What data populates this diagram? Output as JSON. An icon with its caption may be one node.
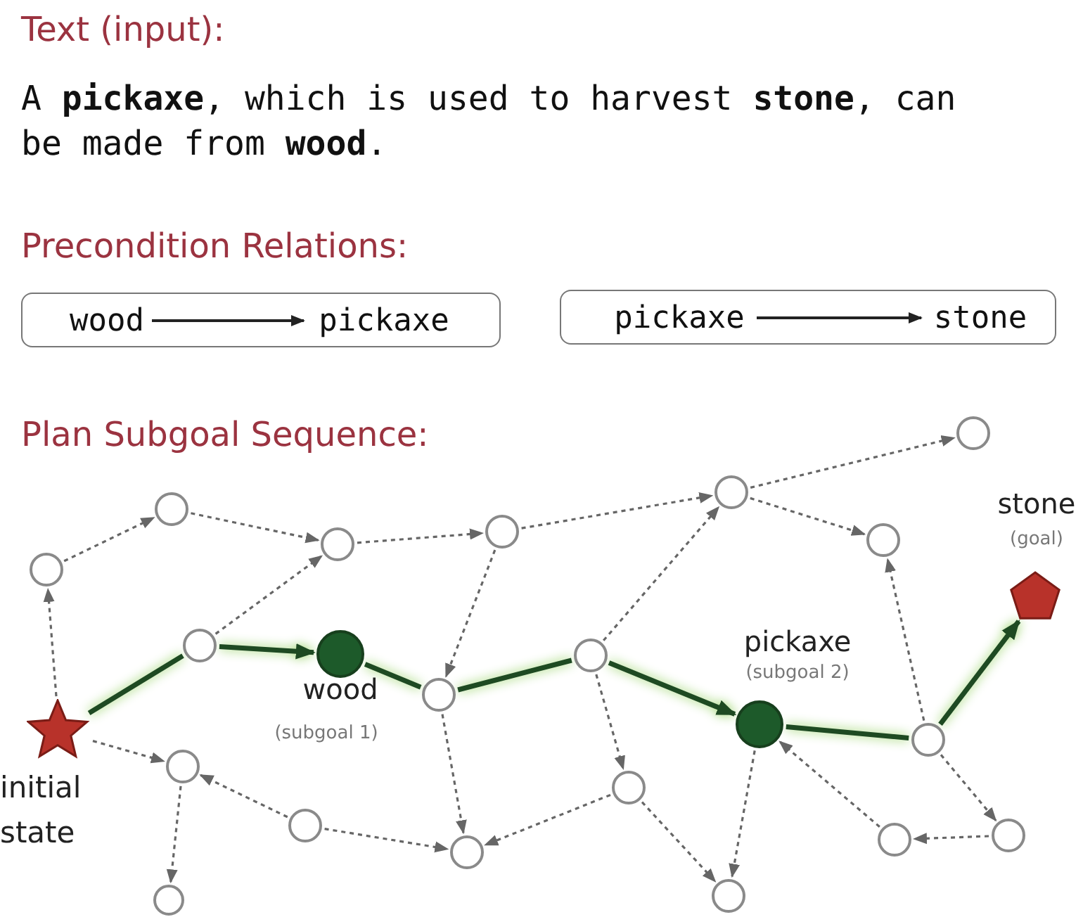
{
  "diagram": {
    "nodes": [
      {
        "text": [],
        "shape": "box"
      },
      {
        "text": [
          "wood"
        ],
        "in": 0
      },
      {
        "text": [
          "pickaxe"
        ],
        "in": 0
      },
      {
        "text": [],
        "shape": "box"
      },
      {
        "text": [
          "pickaxe"
        ],
        "in": 3
      },
      {
        "text": [
          "stone"
        ],
        "in": 3
      },
      {
        "text": [],
        "shape": "circle"
      },
      {
        "text": [],
        "shape": "circle"
      },
      {
        "text": [],
        "shape": "circle"
      },
      {
        "text": [],
        "shape": "circle"
      },
      {
        "text": [],
        "shape": "circle"
      },
      {
        "text": [],
        "shape": "circle"
      },
      {
        "text": [],
        "shape": "circle"
      },
      {
        "text": [],
        "shape": "pentagon",
        "beside": [
          "stone",
          "(goal)"
        ]
      },
      {
        "text": [],
        "shape": "circle"
      },
      {
        "text": [],
        "shape": "circle",
        "beside": [
          "wood",
          "(subgoal 1)"
        ]
      },
      {
        "text": [],
        "shape": "circle"
      },
      {
        "text": [],
        "shape": "circle"
      },
      {
        "text": [],
        "shape": "circle",
        "beside": [
          "pickaxe",
          "(subgoal 2)"
        ]
      },
      {
        "text": [],
        "shape": "star",
        "beside": [
          "initial state"
        ]
      },
      {
        "text": [],
        "shape": "circle"
      },
      {
        "text": [],
        "shape": "circle"
      },
      {
        "text": [],
        "shape": "circle"
      },
      {
        "text": [],
        "shape": "circle"
      },
      {
        "text": [],
        "shape": "circle"
      },
      {
        "text": [],
        "shape": "circle"
      },
      {
        "text": [],
        "shape": "circle"
      },
      {
        "text": [],
        "shape": "circle"
      },
      {
        "text": [],
        "shape": "circle"
      }
    ],
    "edges": [
      {
        "from": 1,
        "to": 2,
        "arrow": "to",
        "color": "#222222"
      },
      {
        "from": 4,
        "to": 5,
        "arrow": "to",
        "color": "#222222"
      },
      {
        "from": 19,
        "to": 14,
        "arrow": "none",
        "style": "thick",
        "color": "#1e4a22"
      },
      {
        "from": 14,
        "to": 15,
        "arrow": "to",
        "style": "thick",
        "color": "#1e4a22"
      },
      {
        "from": 15,
        "to": 17,
        "arrow": "none",
        "style": "thick",
        "color": "#1e4a22"
      },
      {
        "from": 17,
        "to": 16,
        "arrow": "none",
        "style": "thick",
        "color": "#1e4a22"
      },
      {
        "from": 16,
        "to": 18,
        "arrow": "to",
        "style": "thick",
        "color": "#1e4a22"
      },
      {
        "from": 18,
        "to": 20,
        "arrow": "none",
        "style": "thick",
        "color": "#1e4a22"
      },
      {
        "from": 20,
        "to": 13,
        "arrow": "to",
        "style": "thick",
        "color": "#1e4a22"
      },
      {
        "from": 19,
        "to": 12,
        "arrow": "to",
        "style": "dashed"
      },
      {
        "from": 12,
        "to": 8,
        "arrow": "to",
        "style": "dashed"
      },
      {
        "from": 8,
        "to": 11,
        "arrow": "to",
        "style": "dashed"
      },
      {
        "from": 14,
        "to": 11,
        "arrow": "to",
        "style": "dashed"
      },
      {
        "from": 11,
        "to": 9,
        "arrow": "to",
        "style": "dashed"
      },
      {
        "from": 9,
        "to": 17,
        "arrow": "to",
        "style": "dashed"
      },
      {
        "from": 9,
        "to": 7,
        "arrow": "to",
        "style": "dashed"
      },
      {
        "from": 16,
        "to": 7,
        "arrow": "to",
        "style": "dashed"
      },
      {
        "from": 7,
        "to": 6,
        "arrow": "to",
        "style": "dashed"
      },
      {
        "from": 7,
        "to": 10,
        "arrow": "to",
        "style": "dashed"
      },
      {
        "from": 20,
        "to": 10,
        "arrow": "to",
        "style": "dashed"
      },
      {
        "from": 19,
        "to": 21,
        "arrow": "to",
        "style": "dashed"
      },
      {
        "from": 21,
        "to": 28,
        "arrow": "to",
        "style": "dashed"
      },
      {
        "from": 23,
        "to": 21,
        "arrow": "to",
        "style": "dashed"
      },
      {
        "from": 23,
        "to": 26,
        "arrow": "to",
        "style": "dashed"
      },
      {
        "from": 17,
        "to": 26,
        "arrow": "to",
        "style": "dashed"
      },
      {
        "from": 22,
        "to": 26,
        "arrow": "to",
        "style": "dashed"
      },
      {
        "from": 16,
        "to": 22,
        "arrow": "to",
        "style": "dashed"
      },
      {
        "from": 22,
        "to": 27,
        "arrow": "to",
        "style": "dashed"
      },
      {
        "from": 18,
        "to": 27,
        "arrow": "to",
        "style": "dashed"
      },
      {
        "from": 25,
        "to": 18,
        "arrow": "to",
        "style": "dashed"
      },
      {
        "from": 24,
        "to": 25,
        "arrow": "to",
        "style": "dashed"
      },
      {
        "from": 20,
        "to": 24,
        "arrow": "to",
        "style": "dashed"
      }
    ],
    "labels": [
      "Text (input):",
      "A **pickaxe**, which is used to harvest **stone**, can be made from **wood**.",
      "Precondition Relations:",
      "Plan Subgoal Sequence:"
    ]
  }
}
